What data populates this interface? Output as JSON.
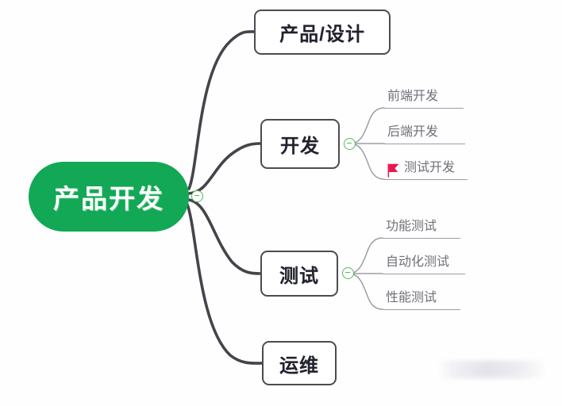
{
  "diagram": {
    "type": "mind-map",
    "title": "产品开发",
    "root": {
      "label": "产品开发",
      "color": "#12A855",
      "text_color": "#FFFFFF",
      "shape": "rounded-pill",
      "toggle": "minus"
    },
    "branches": [
      {
        "label": "产品/设计",
        "shape": "rounded-rect",
        "toggle": null,
        "children": []
      },
      {
        "label": "开发",
        "shape": "rounded-rect",
        "toggle": "minus",
        "children": [
          {
            "label": "前端开发",
            "icon": null
          },
          {
            "label": "后端开发",
            "icon": null
          },
          {
            "label": "测试开发",
            "icon": "red-flag-icon"
          }
        ]
      },
      {
        "label": "测试",
        "shape": "rounded-rect",
        "toggle": "minus",
        "children": [
          {
            "label": "功能测试",
            "icon": null
          },
          {
            "label": "自动化测试",
            "icon": null
          },
          {
            "label": "性能测试",
            "icon": null
          }
        ]
      },
      {
        "label": "运维",
        "shape": "rounded-rect",
        "toggle": null,
        "children": []
      }
    ],
    "colors": {
      "root_fill": "#12A855",
      "node_border": "#4B4B52",
      "node_text": "#22222C",
      "leaf_text": "#6F6F79",
      "connector_main": "#44444B",
      "connector_sub": "#9D9DA8",
      "toggle_green": "#57B95C",
      "flag_red": "#E8174B",
      "canvas_bg": "#FEFEFE"
    }
  }
}
